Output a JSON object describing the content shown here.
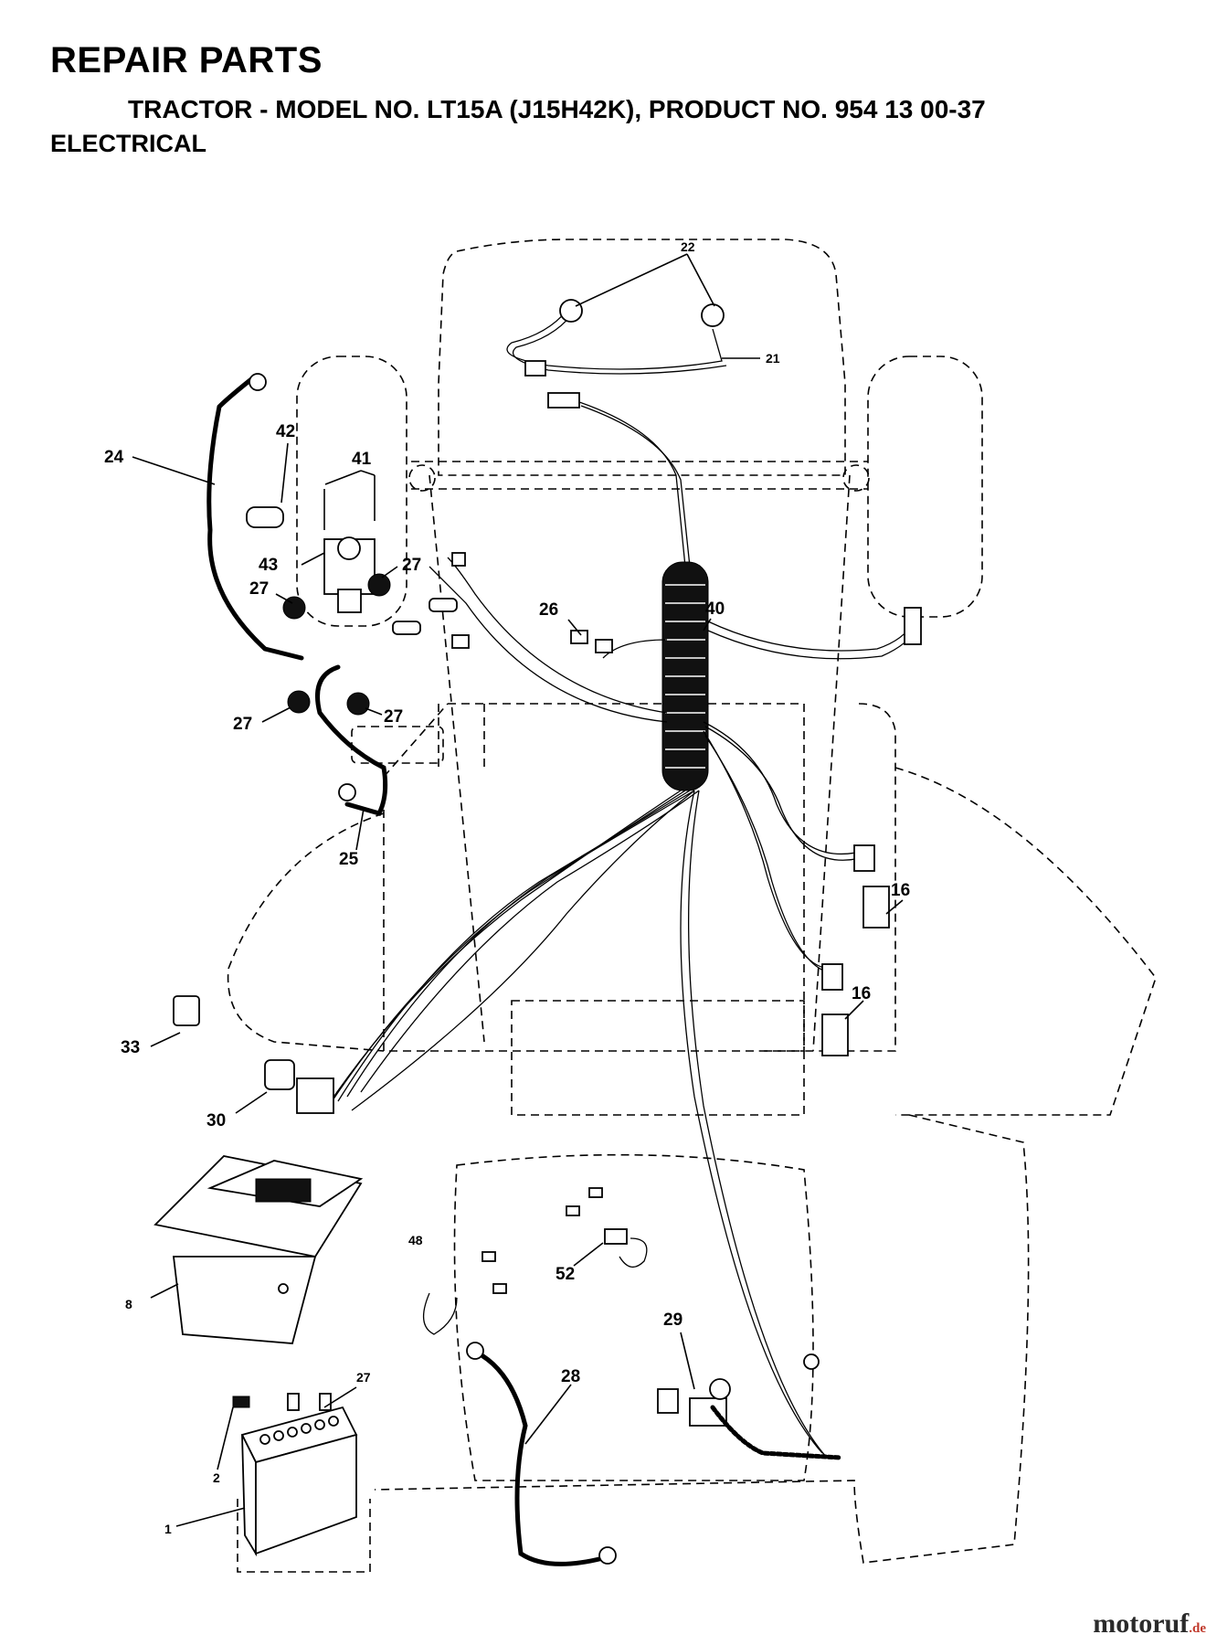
{
  "header": {
    "title": "REPAIR PARTS",
    "subtitle": "TRACTOR - MODEL NO. LT15A (J15H42K), PRODUCT NO. 954 13 00-37",
    "section": "ELECTRICAL"
  },
  "callouts": [
    {
      "id": "c22",
      "label": "22"
    },
    {
      "id": "c21",
      "label": "21"
    },
    {
      "id": "c42",
      "label": "42"
    },
    {
      "id": "c41",
      "label": "41"
    },
    {
      "id": "c24",
      "label": "24"
    },
    {
      "id": "c43",
      "label": "43"
    },
    {
      "id": "c27a",
      "label": "27"
    },
    {
      "id": "c27b",
      "label": "27"
    },
    {
      "id": "c27c",
      "label": "27"
    },
    {
      "id": "c27d",
      "label": "27"
    },
    {
      "id": "c26",
      "label": "26"
    },
    {
      "id": "c40",
      "label": "40"
    },
    {
      "id": "c25",
      "label": "25"
    },
    {
      "id": "c16a",
      "label": "16"
    },
    {
      "id": "c16b",
      "label": "16"
    },
    {
      "id": "c33",
      "label": "33"
    },
    {
      "id": "c30",
      "label": "30"
    },
    {
      "id": "c48",
      "label": "48"
    },
    {
      "id": "c52",
      "label": "52"
    },
    {
      "id": "c8",
      "label": "8"
    },
    {
      "id": "c29",
      "label": "29"
    },
    {
      "id": "c28",
      "label": "28"
    },
    {
      "id": "c27e",
      "label": "27"
    },
    {
      "id": "c2",
      "label": "2"
    },
    {
      "id": "c1",
      "label": "1"
    }
  ],
  "watermark": {
    "brand": "motoruf",
    "domain": ".de"
  }
}
